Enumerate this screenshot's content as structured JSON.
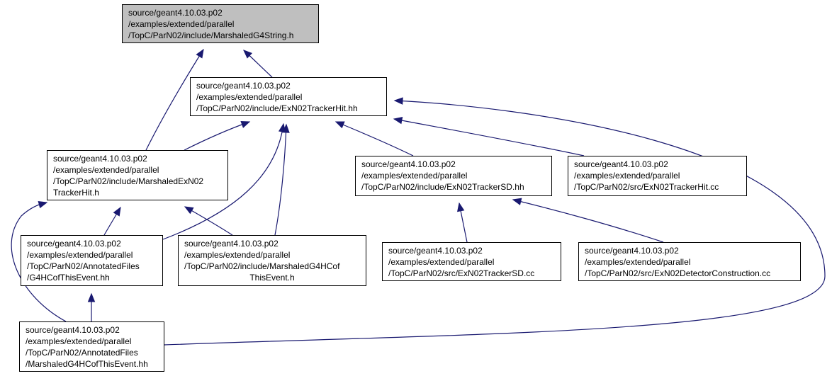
{
  "diagram": {
    "colors": {
      "edge": "#191970",
      "border": "#000000",
      "highlight": "#bfbfbf",
      "background": "#ffffff"
    },
    "nodes": [
      {
        "id": "marshaledg4string",
        "lines": [
          "source/geant4.10.03.p02",
          "/examples/extended/parallel",
          "/TopC/ParN02/include/MarshaledG4String.h"
        ],
        "highlight": true
      },
      {
        "id": "exn02trackerhit-hh",
        "lines": [
          "source/geant4.10.03.p02",
          "/examples/extended/parallel",
          "/TopC/ParN02/include/ExN02TrackerHit.hh"
        ]
      },
      {
        "id": "marshaledexn02trackerhit-h",
        "lines": [
          "source/geant4.10.03.p02",
          "/examples/extended/parallel",
          "/TopC/ParN02/include/MarshaledExN02",
          "TrackerHit.h"
        ]
      },
      {
        "id": "exn02trackersd-hh",
        "lines": [
          "source/geant4.10.03.p02",
          "/examples/extended/parallel",
          "/TopC/ParN02/include/ExN02TrackerSD.hh"
        ]
      },
      {
        "id": "exn02trackerhit-cc",
        "lines": [
          "source/geant4.10.03.p02",
          "/examples/extended/parallel",
          "/TopC/ParN02/src/ExN02TrackerHit.cc"
        ]
      },
      {
        "id": "annotated-g4hcofthisevent-hh",
        "lines": [
          "source/geant4.10.03.p02",
          "/examples/extended/parallel",
          "/TopC/ParN02/AnnotatedFiles",
          "/G4HCofThisEvent.hh"
        ]
      },
      {
        "id": "marshaledg4hcofthisevent-h",
        "lines": [
          "source/geant4.10.03.p02",
          "/examples/extended/parallel",
          "/TopC/ParN02/include/MarshaledG4HCof",
          "ThisEvent.h"
        ],
        "last_centered": true
      },
      {
        "id": "exn02trackersd-cc",
        "lines": [
          "source/geant4.10.03.p02",
          "/examples/extended/parallel",
          "/TopC/ParN02/src/ExN02TrackerSD.cc"
        ]
      },
      {
        "id": "exn02detectorconstruction-cc",
        "lines": [
          "source/geant4.10.03.p02",
          "/examples/extended/parallel",
          "/TopC/ParN02/src/ExN02DetectorConstruction.cc"
        ]
      },
      {
        "id": "annotated-marshaledg4hcofthisevent-hh",
        "lines": [
          "source/geant4.10.03.p02",
          "/examples/extended/parallel",
          "/TopC/ParN02/AnnotatedFiles",
          "/MarshaledG4HCofThisEvent.hh"
        ]
      }
    ],
    "edges": [
      {
        "from": "marshaledexn02trackerhit-h",
        "to": "marshaledg4string"
      },
      {
        "from": "exn02trackerhit-hh",
        "to": "marshaledg4string"
      },
      {
        "from": "marshaledexn02trackerhit-h",
        "to": "exn02trackerhit-hh"
      },
      {
        "from": "annotated-g4hcofthisevent-hh",
        "to": "exn02trackerhit-hh"
      },
      {
        "from": "marshaledg4hcofthisevent-h",
        "to": "exn02trackerhit-hh"
      },
      {
        "from": "exn02trackersd-hh",
        "to": "exn02trackerhit-hh"
      },
      {
        "from": "exn02trackerhit-cc",
        "to": "exn02trackerhit-hh"
      },
      {
        "from": "annotated-marshaledg4hcofthisevent-hh",
        "to": "exn02trackerhit-hh"
      },
      {
        "from": "annotated-marshaledg4hcofthisevent-hh",
        "to": "marshaledexn02trackerhit-h"
      },
      {
        "from": "annotated-g4hcofthisevent-hh",
        "to": "marshaledexn02trackerhit-h"
      },
      {
        "from": "marshaledg4hcofthisevent-h",
        "to": "marshaledexn02trackerhit-h"
      },
      {
        "from": "exn02trackersd-cc",
        "to": "exn02trackersd-hh"
      },
      {
        "from": "exn02detectorconstruction-cc",
        "to": "exn02trackersd-hh"
      },
      {
        "from": "annotated-marshaledg4hcofthisevent-hh",
        "to": "annotated-g4hcofthisevent-hh"
      }
    ]
  }
}
